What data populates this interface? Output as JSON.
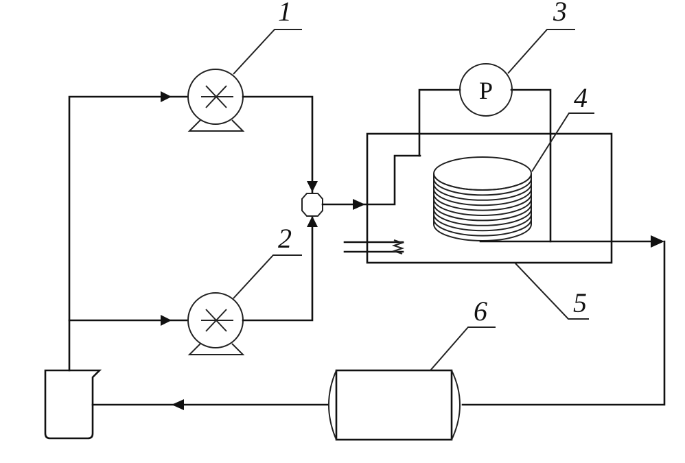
{
  "diagram": {
    "title": "",
    "components": [
      {
        "id": "1",
        "label": "1",
        "type": "pump",
        "icon": "pump-icon"
      },
      {
        "id": "2",
        "label": "2",
        "type": "pump",
        "icon": "pump-icon"
      },
      {
        "id": "3",
        "label": "3",
        "type": "pressure-gauge",
        "symbol": "P",
        "icon": "pressure-gauge-icon"
      },
      {
        "id": "4",
        "label": "4",
        "type": "membrane-stack",
        "icon": "membrane-stack-icon"
      },
      {
        "id": "5",
        "label": "5",
        "type": "thermostatic-bath",
        "icon": "bath-icon"
      },
      {
        "id": "6",
        "label": "6",
        "type": "collection-vessel",
        "icon": "tank-icon"
      }
    ],
    "extras": [
      {
        "type": "mixer",
        "icon": "mixer-icon"
      },
      {
        "type": "feed-beaker",
        "icon": "beaker-icon"
      },
      {
        "type": "heating-element",
        "icon": "heater-icon"
      }
    ],
    "colors": {
      "line": "#111111",
      "background": "#ffffff"
    }
  }
}
